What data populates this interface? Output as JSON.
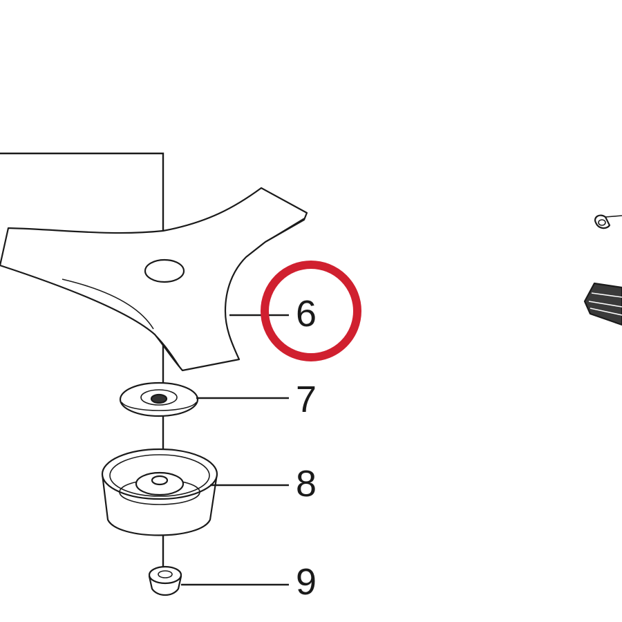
{
  "callouts": [
    {
      "label": "6",
      "part": "blade"
    },
    {
      "label": "7",
      "part": "washer"
    },
    {
      "label": "8",
      "part": "cup"
    },
    {
      "label": "9",
      "part": "nut"
    }
  ],
  "highlight": {
    "target": "6",
    "color": "#d0202f"
  }
}
